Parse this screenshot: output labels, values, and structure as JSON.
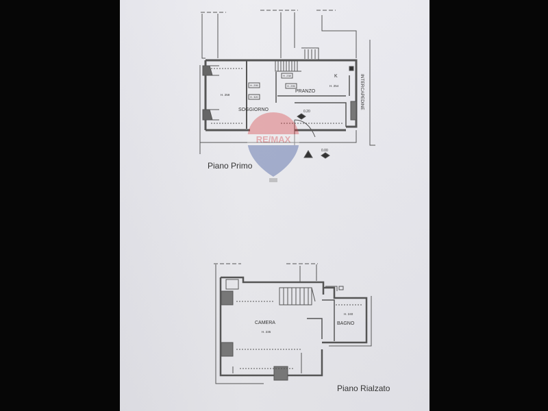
{
  "floors": {
    "primo": {
      "title": "Piano Primo",
      "rooms": [
        {
          "name": "SOGGIORNO"
        },
        {
          "name": "PRANZO"
        },
        {
          "name": "K"
        }
      ],
      "heights": [
        "H. 259",
        "H. 254",
        "H. 295",
        "H. 320",
        "H. 238",
        "H. 295"
      ],
      "levels": [
        "0.20",
        "0.00"
      ],
      "corridor": "INTERCAPEDINE"
    },
    "rialzato": {
      "title": "Piano Rialzato",
      "rooms": [
        {
          "name": "CAMERA",
          "height": "H. 235"
        },
        {
          "name": "BAGNO",
          "height": "H. 240"
        }
      ]
    }
  },
  "watermark": {
    "text": "RE/MAX",
    "colors": {
      "red": "#d8383a",
      "blue": "#23408f"
    }
  }
}
